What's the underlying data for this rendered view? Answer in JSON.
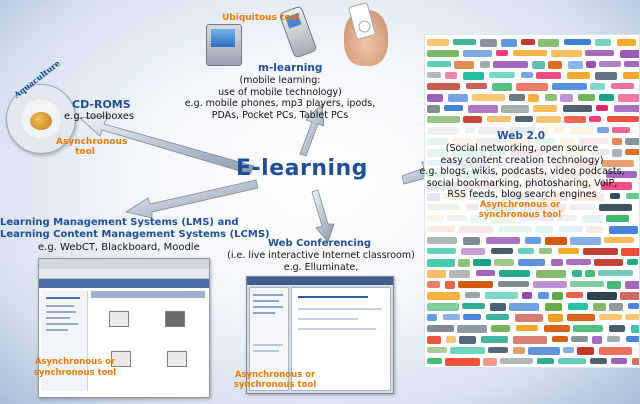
{
  "center": {
    "title": "E-learning"
  },
  "cdroms": {
    "title": "CD-ROMS",
    "example": "e.g. toolboxes",
    "tag": [
      "Asynchronous",
      "tool"
    ],
    "disc_label": "Aquaculture"
  },
  "mlearning": {
    "tag": "Ubiquitous tool",
    "title": "m-learning",
    "desc": [
      "(mobile learning:",
      "use of mobile technology)",
      "e.g. mobile phones, mp3 players, ipods,",
      "PDAs, Pocket PCs, Tablet PCs"
    ]
  },
  "web2": {
    "title": "Web 2.0",
    "desc": [
      "(Social networking, open source",
      "easy content creation technology)",
      "e.g. blogs, wikis, podcasts, video podcasts,",
      "social bookmarking, photosharing, VoIP,",
      "RSS feeds, blog search engines"
    ],
    "tag": [
      "Asynchronous or",
      "synchronous tool"
    ]
  },
  "lms": {
    "title": [
      "Learning Management Systems (LMS) and",
      "Learning Content Management Systems (LCMS)"
    ],
    "example": "e.g. WebCT, Blackboard, Moodle",
    "tag": [
      "Asynchronous or",
      "synchronous tool"
    ]
  },
  "webconf": {
    "title": "Web Conferencing",
    "desc": [
      "(i.e. live interactive Internet classroom)",
      "e.g. Elluminate,"
    ],
    "tag": [
      "Asynchronous or",
      "synchronous tool"
    ]
  },
  "colors": {
    "heading": "#1f4f9a",
    "tag": "#f07a0a",
    "center": "#1f4f9a"
  }
}
